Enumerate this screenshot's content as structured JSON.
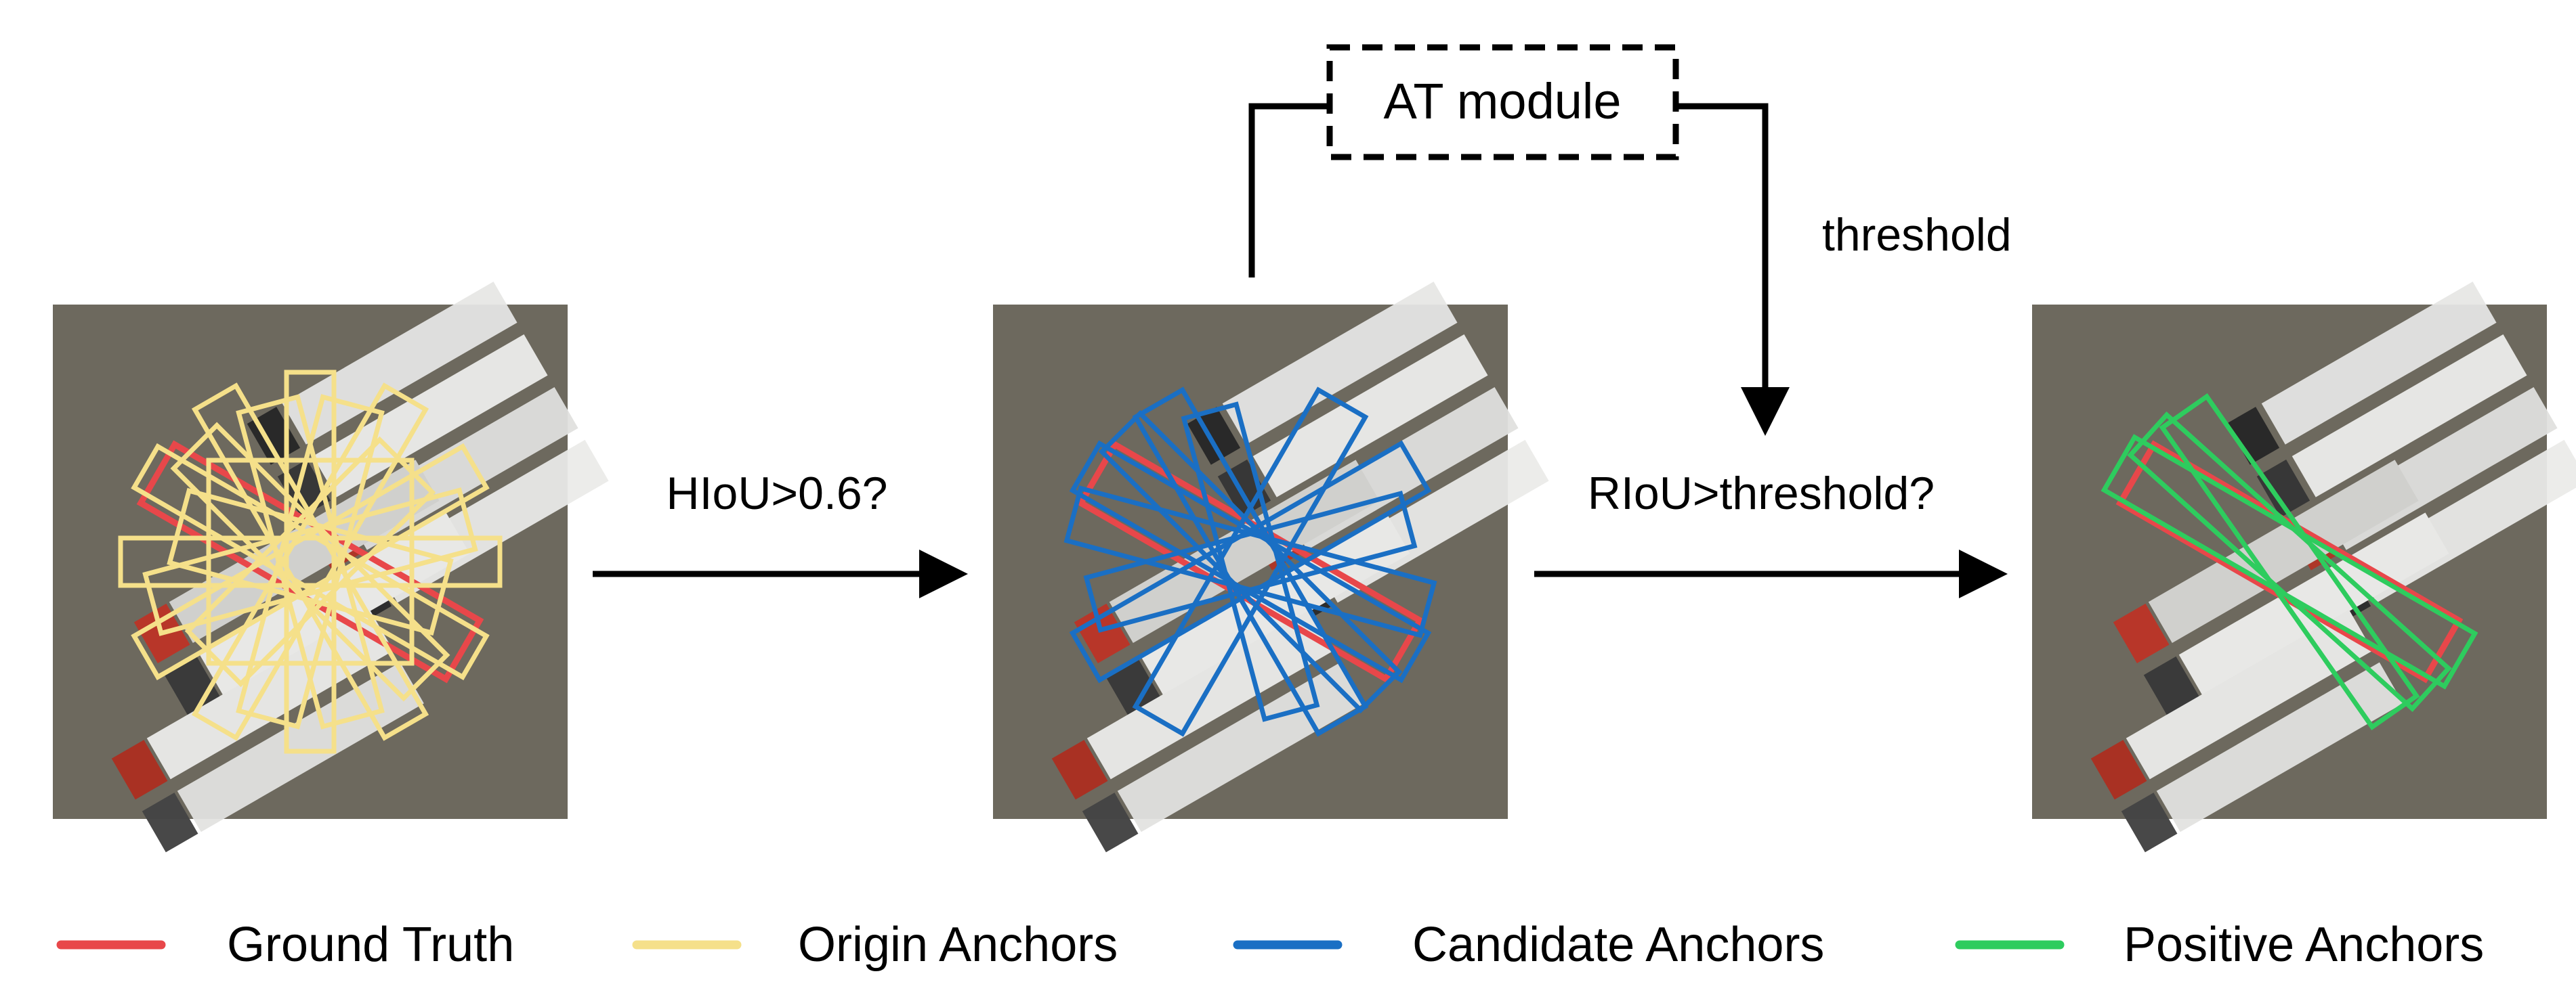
{
  "module": {
    "label": "AT module"
  },
  "edges": {
    "first": {
      "label": "HIoU>0.6?"
    },
    "second": {
      "label": "RIoU>threshold?"
    },
    "feedback": {
      "label": "threshold"
    }
  },
  "legend": [
    {
      "label": "Ground Truth",
      "color": "#e8474a"
    },
    {
      "label": "Origin Anchors",
      "color": "#f5e08a"
    },
    {
      "label": "Candidate Anchors",
      "color": "#1a6fc4"
    },
    {
      "label": "Positive Anchors",
      "color": "#2ecc5e"
    }
  ]
}
